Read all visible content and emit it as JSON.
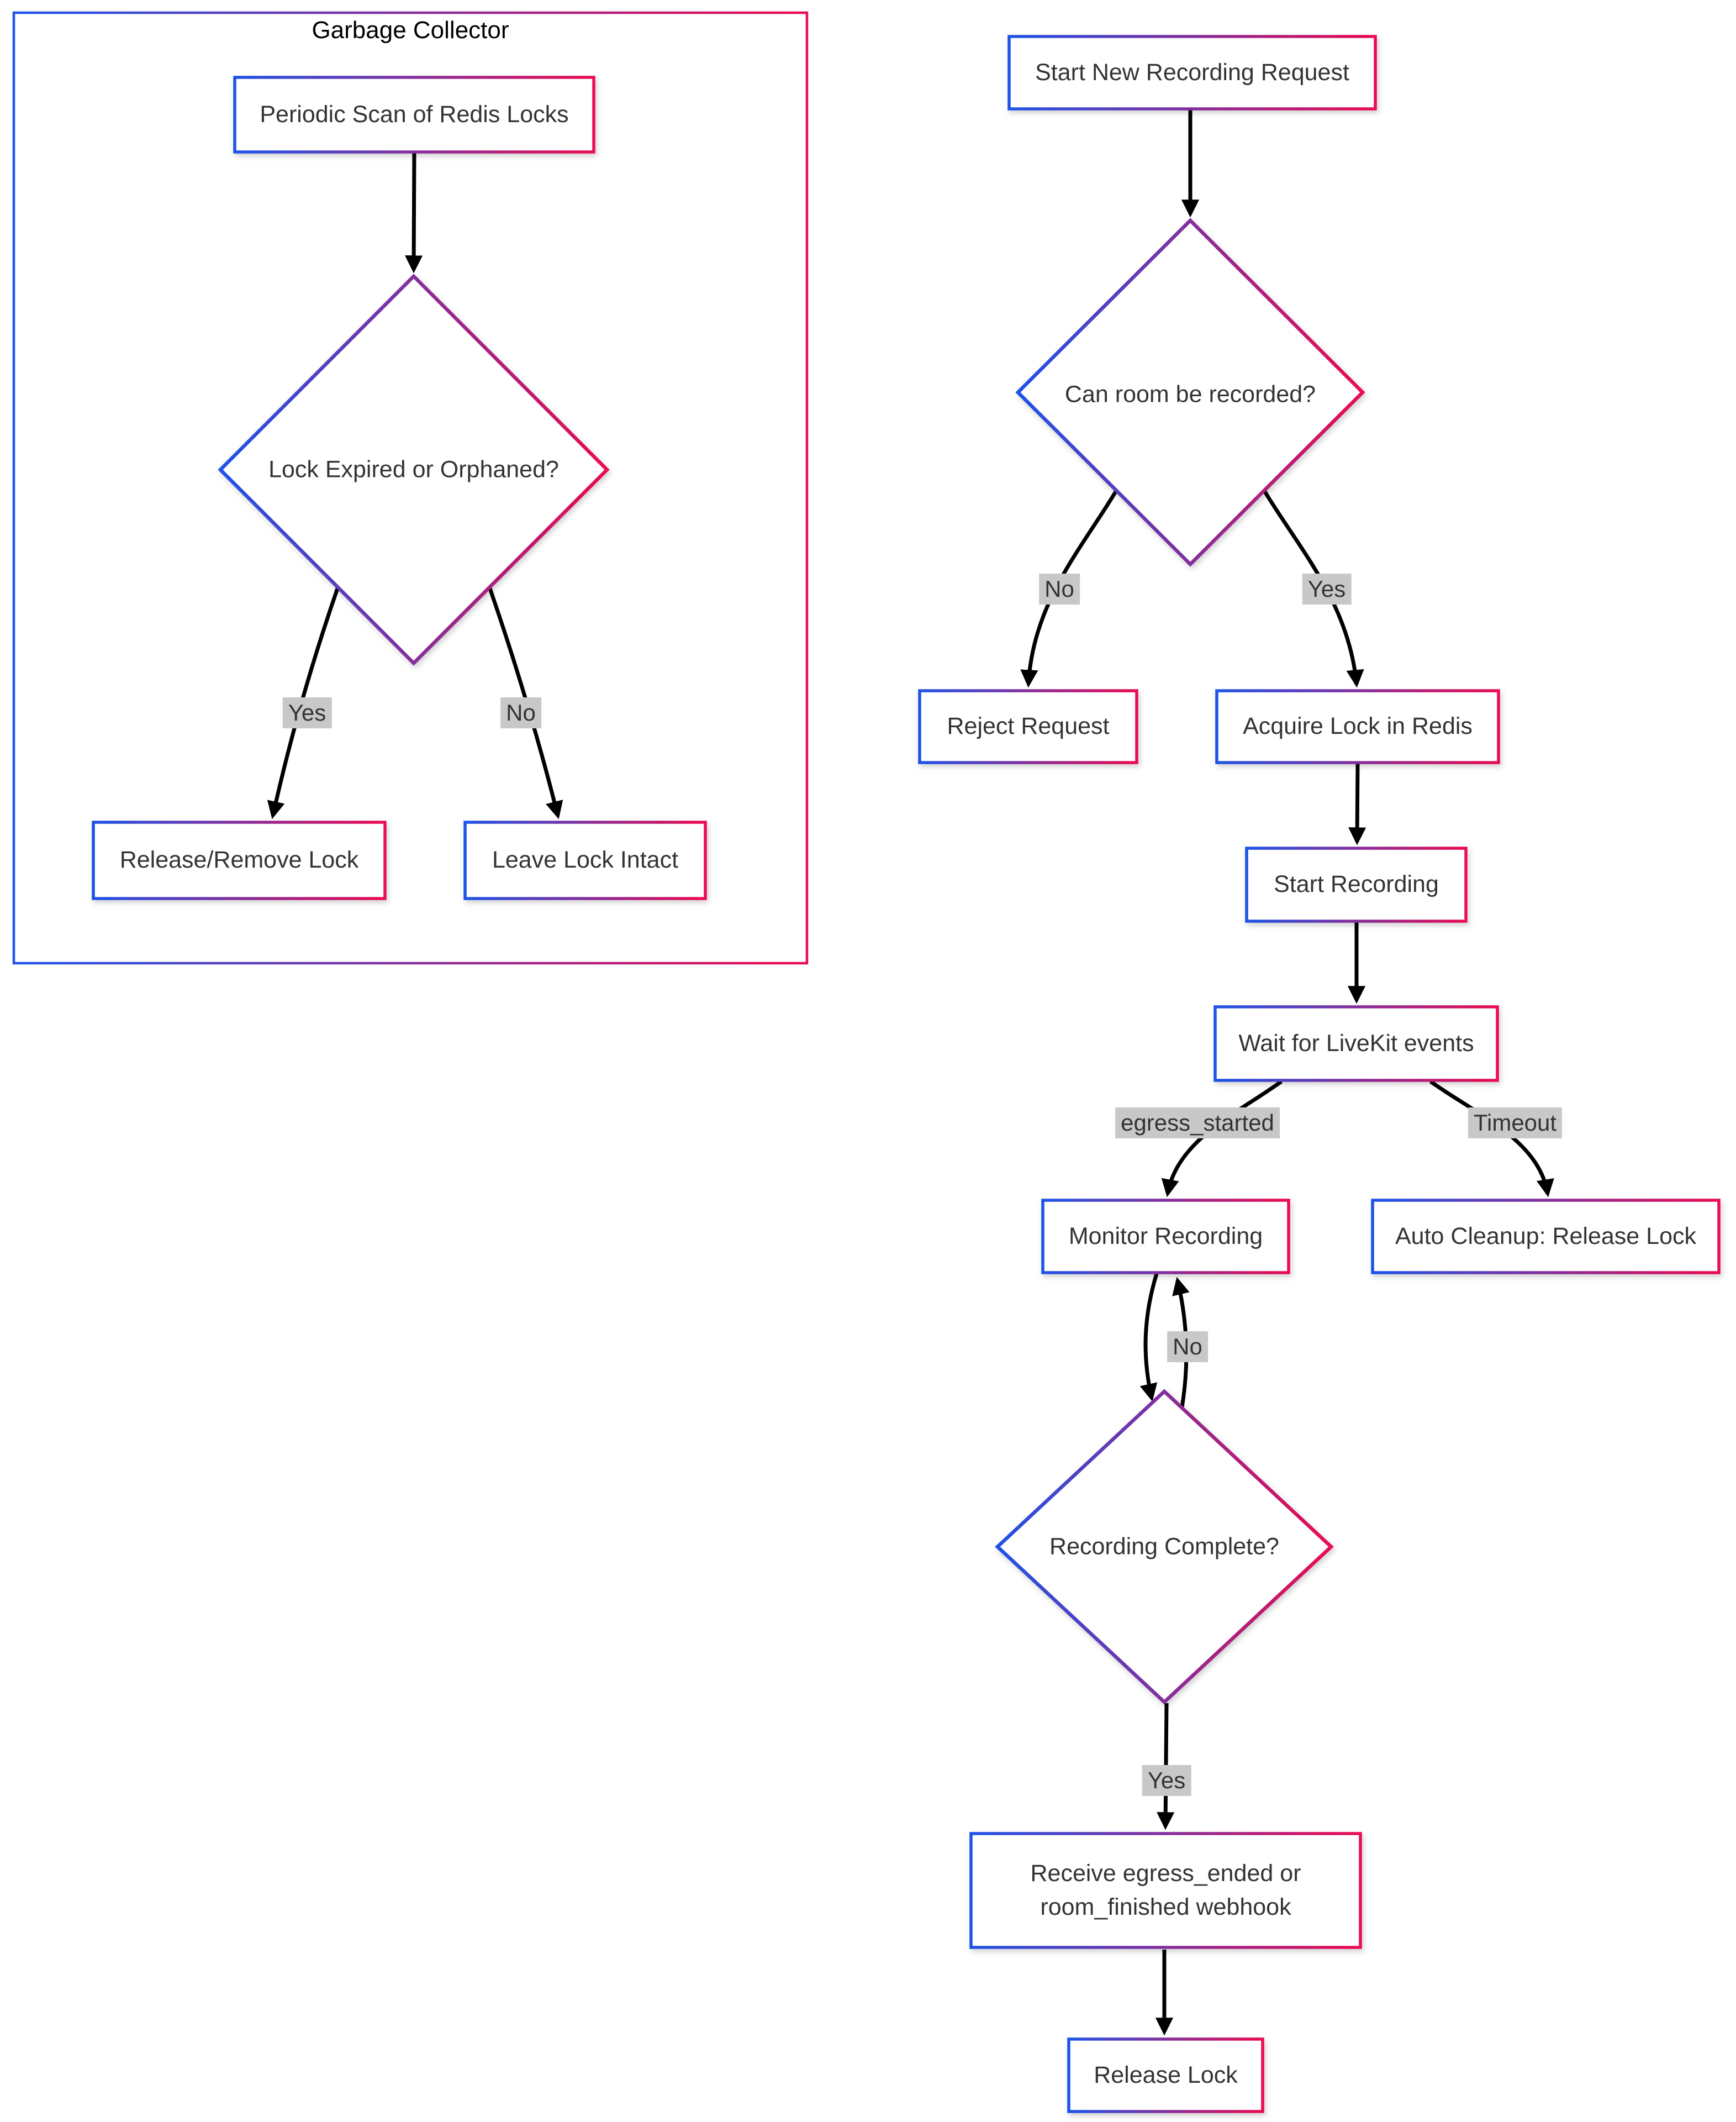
{
  "subgraph": {
    "title": "Garbage Collector"
  },
  "nodes": {
    "periodic_scan": "Periodic Scan of Redis Locks",
    "lock_expired": "Lock Expired or Orphaned?",
    "release_remove": "Release/Remove Lock",
    "leave_intact": "Leave Lock Intact",
    "start_request": "Start New Recording Request",
    "can_record": "Can room be recorded?",
    "reject_request": "Reject Request",
    "acquire_lock": "Acquire Lock in Redis",
    "start_recording": "Start Recording",
    "wait_events": "Wait for LiveKit events",
    "monitor_recording": "Monitor Recording",
    "auto_cleanup": "Auto Cleanup: Release Lock",
    "recording_complete": "Recording Complete?",
    "receive_webhook": "Receive egress_ended or room_finished webhook",
    "release_lock": "Release Lock"
  },
  "edge_labels": {
    "gc_yes": "Yes",
    "gc_no": "No",
    "flow_no": "No",
    "flow_yes": "Yes",
    "egress_started": "egress_started",
    "timeout": "Timeout",
    "loop_no": "No",
    "complete_yes": "Yes"
  },
  "edges": [
    {
      "from": "Periodic Scan of Redis Locks",
      "to": "Lock Expired or Orphaned?",
      "label": ""
    },
    {
      "from": "Lock Expired or Orphaned?",
      "to": "Release/Remove Lock",
      "label": "Yes"
    },
    {
      "from": "Lock Expired or Orphaned?",
      "to": "Leave Lock Intact",
      "label": "No"
    },
    {
      "from": "Start New Recording Request",
      "to": "Can room be recorded?",
      "label": ""
    },
    {
      "from": "Can room be recorded?",
      "to": "Reject Request",
      "label": "No"
    },
    {
      "from": "Can room be recorded?",
      "to": "Acquire Lock in Redis",
      "label": "Yes"
    },
    {
      "from": "Acquire Lock in Redis",
      "to": "Start Recording",
      "label": ""
    },
    {
      "from": "Start Recording",
      "to": "Wait for LiveKit events",
      "label": ""
    },
    {
      "from": "Wait for LiveKit events",
      "to": "Monitor Recording",
      "label": "egress_started"
    },
    {
      "from": "Wait for LiveKit events",
      "to": "Auto Cleanup: Release Lock",
      "label": "Timeout"
    },
    {
      "from": "Monitor Recording",
      "to": "Recording Complete?",
      "label": ""
    },
    {
      "from": "Recording Complete?",
      "to": "Monitor Recording",
      "label": "No"
    },
    {
      "from": "Recording Complete?",
      "to": "Receive egress_ended or room_finished webhook",
      "label": "Yes"
    },
    {
      "from": "Receive egress_ended or room_finished webhook",
      "to": "Release Lock",
      "label": ""
    }
  ],
  "colors": {
    "gradient_start": "#1d53e8",
    "gradient_end": "#eb0a50",
    "edge_label_background": "#c8c8c8",
    "node_text": "#333333",
    "title_text": "#000000",
    "arrow": "#000000",
    "background": "#ffffff"
  }
}
